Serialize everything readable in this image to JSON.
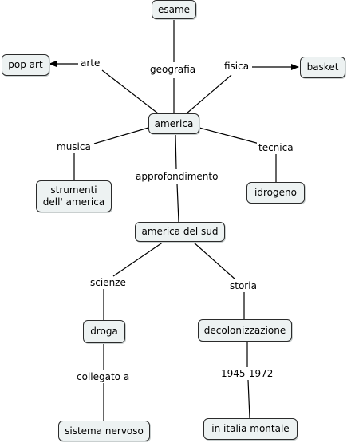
{
  "nodes": {
    "esame": "esame",
    "pop_art": "pop art",
    "basket": "basket",
    "america": "america",
    "strumenti": "strumenti\ndell' america",
    "idrogeno": "idrogeno",
    "america_sud": "america del sud",
    "droga": "droga",
    "decolonizzazione": "decolonizzazione",
    "sistema_nervoso": "sistema nervoso",
    "italia_montale": "in italia montale"
  },
  "links": {
    "arte": "arte",
    "geografia": "geografia",
    "fisica": "fisica",
    "musica": "musica",
    "tecnica": "tecnica",
    "approfondimento": "approfondimento",
    "scienze": "scienze",
    "storia": "storia",
    "collegato_a": "collegato a",
    "anni": "1945-1972"
  },
  "colors": {
    "node_fill": "#edf2f2",
    "line": "#000000"
  }
}
